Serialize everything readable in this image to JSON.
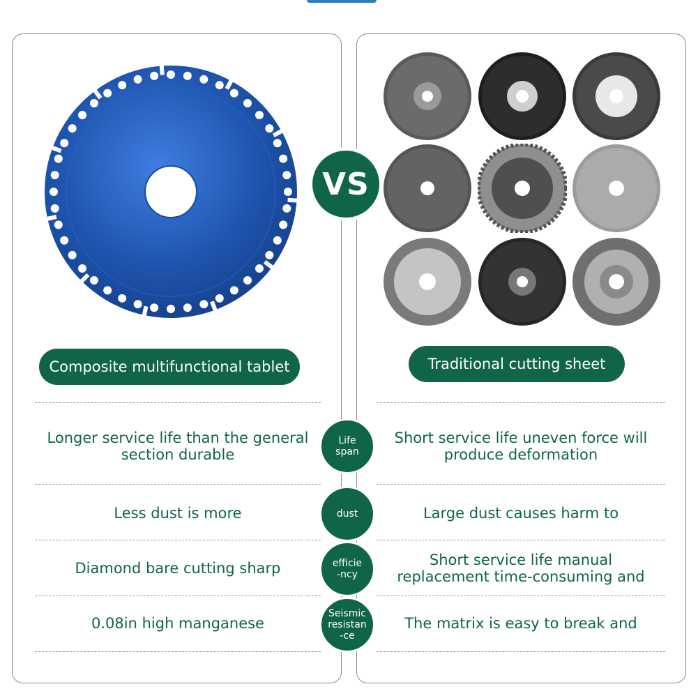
{
  "vs_text": "VS",
  "left_title": "Composite multifunctional tablet",
  "right_title": "Traditional cutting sheet",
  "colors": {
    "accent": "#0f6449",
    "blade": "#1f55b0"
  },
  "rows": [
    {
      "badge": "Life\nspan",
      "left": "Longer service life than the general\nsection durable",
      "right": "Short service life uneven force will\nproduce deformation"
    },
    {
      "badge": "dust",
      "left": "Less dust is more",
      "right": "Large dust causes harm to"
    },
    {
      "badge": "efficie\n-ncy",
      "left": "Diamond bare cutting sharp",
      "right": "Short service life manual\nreplacement time-consuming and"
    },
    {
      "badge": "Seismic\nresistan\n-ce",
      "left": "0.08in high manganese",
      "right": "The matrix is easy to break and"
    }
  ]
}
